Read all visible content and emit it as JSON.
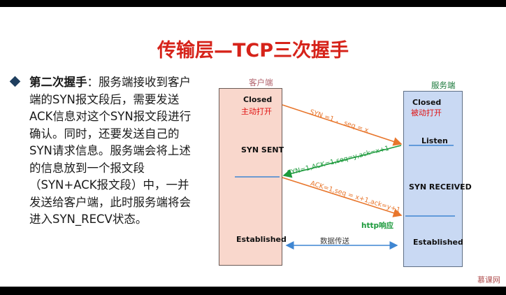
{
  "title": "传输层—TCP三次握手",
  "bullet": {
    "heading": "第二次握手",
    "text": "：服务端接收到客户端的SYN报文段后，需要发送ACK信息对这个SYN报文段进行确认。同时，还要发送自己的SYN请求信息。服务端会将上述的信息放到一个报文段（SYN+ACK报文段）中，一并发送给客户端，此时服务端将会进入SYN_RECV状态。"
  },
  "diagram": {
    "client_title": "客户端",
    "server_title": "服务端",
    "client": {
      "closed": "Closed",
      "active_open": "主动打开",
      "syn_sent": "SYN SENT",
      "established": "Established"
    },
    "server": {
      "closed": "Closed",
      "passive_open": "被动打开",
      "listen": "Listen",
      "syn_received": "SYN RECEIVED",
      "established": "Established"
    },
    "arrow1": "SYN =1 ， seq = x",
    "arrow2": "SYN=1,ACK=1,seq=y,ack=x+1",
    "arrow3": "ACK=1,seq = x+1,ack=y+1",
    "http_response": "http响应",
    "data_transfer": "数据传送"
  },
  "colors": {
    "title": "#d6231a",
    "client_box": "#f9d7cc",
    "server_box": "#c9d9f3",
    "arrow_orange": "#e8762c",
    "arrow_green": "#1c9a3c",
    "line_blue": "#3f86d2"
  },
  "logo": "慕课网"
}
